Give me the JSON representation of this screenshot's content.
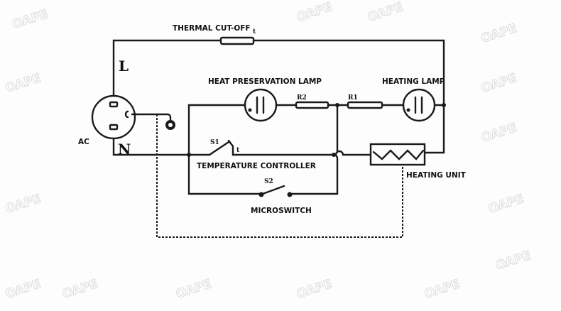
{
  "labels": {
    "thermal_cutoff": "THERMAL CUT-OFF",
    "thermal_t": "t",
    "L": "L",
    "N": "N",
    "ac": "AC",
    "heat_preservation_lamp": "HEAT PRESERVATION LAMP",
    "heating_lamp": "HEATING LAMP",
    "r2": "R2",
    "r1": "R1",
    "s1": "S1",
    "s1_t": "t",
    "temperature_controller": "TEMPERATURE CONTROLLER",
    "s2": "S2",
    "microswitch": "MICROSWITCH",
    "heating_unit": "HEATING UNIT"
  },
  "watermark": "OAPE"
}
